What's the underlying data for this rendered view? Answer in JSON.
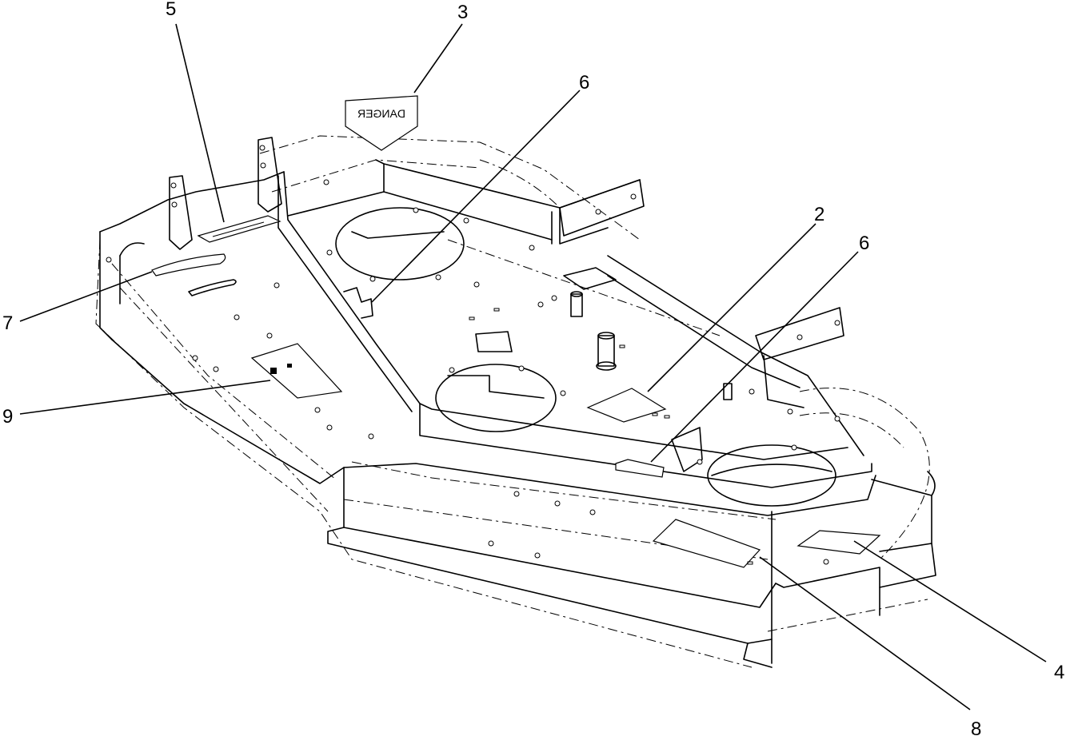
{
  "callouts": [
    {
      "id": "1",
      "label": "5"
    },
    {
      "id": "2",
      "label": "3"
    },
    {
      "id": "3",
      "label": "6"
    },
    {
      "id": "4",
      "label": "2"
    },
    {
      "id": "5",
      "label": "6"
    },
    {
      "id": "6",
      "label": "7"
    },
    {
      "id": "7",
      "label": "9"
    },
    {
      "id": "8",
      "label": "4"
    },
    {
      "id": "9",
      "label": "8"
    }
  ],
  "danger_decal": {
    "text": "DANGER"
  }
}
